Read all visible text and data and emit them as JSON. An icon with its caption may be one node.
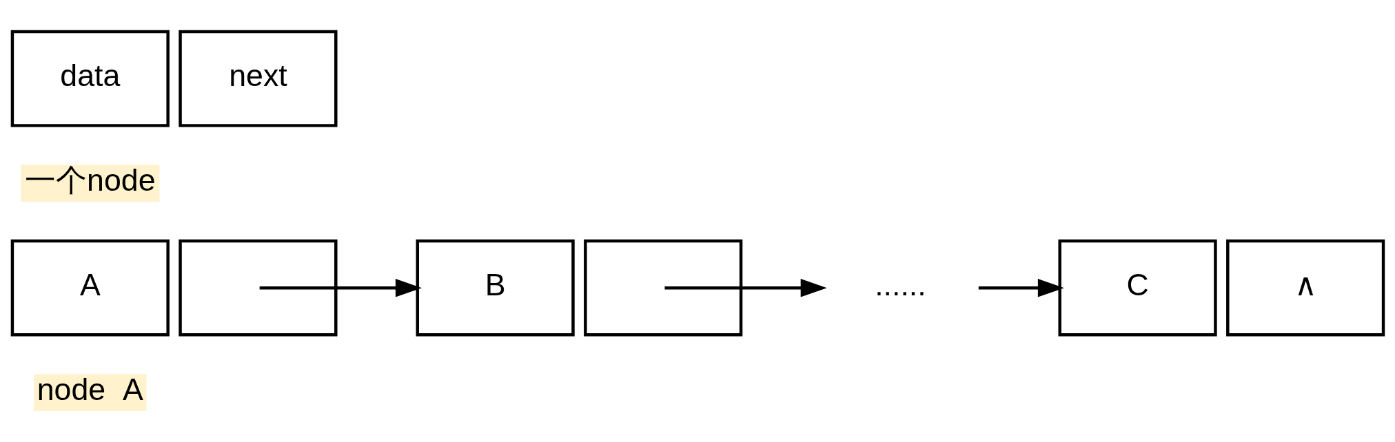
{
  "diagram": {
    "nodes": [
      {
        "text": [
          "data"
        ]
      },
      {
        "text": [
          "next"
        ]
      },
      {
        "text": [
          "A"
        ]
      },
      {
        "text": [],
        "shape": "box"
      },
      {
        "text": [
          "B"
        ]
      },
      {
        "text": [],
        "shape": "box"
      },
      {
        "text": [
          "......"
        ]
      },
      {
        "text": [
          "C"
        ]
      },
      {
        "text": [
          "∧"
        ]
      }
    ],
    "edges": [
      {
        "from": 3,
        "to": 4,
        "arrow": "to"
      },
      {
        "from": 5,
        "to": 6,
        "arrow": "to"
      },
      {
        "from": 6,
        "to": 7,
        "arrow": "to"
      }
    ],
    "labels": [
      "一个node",
      "node  A"
    ]
  }
}
